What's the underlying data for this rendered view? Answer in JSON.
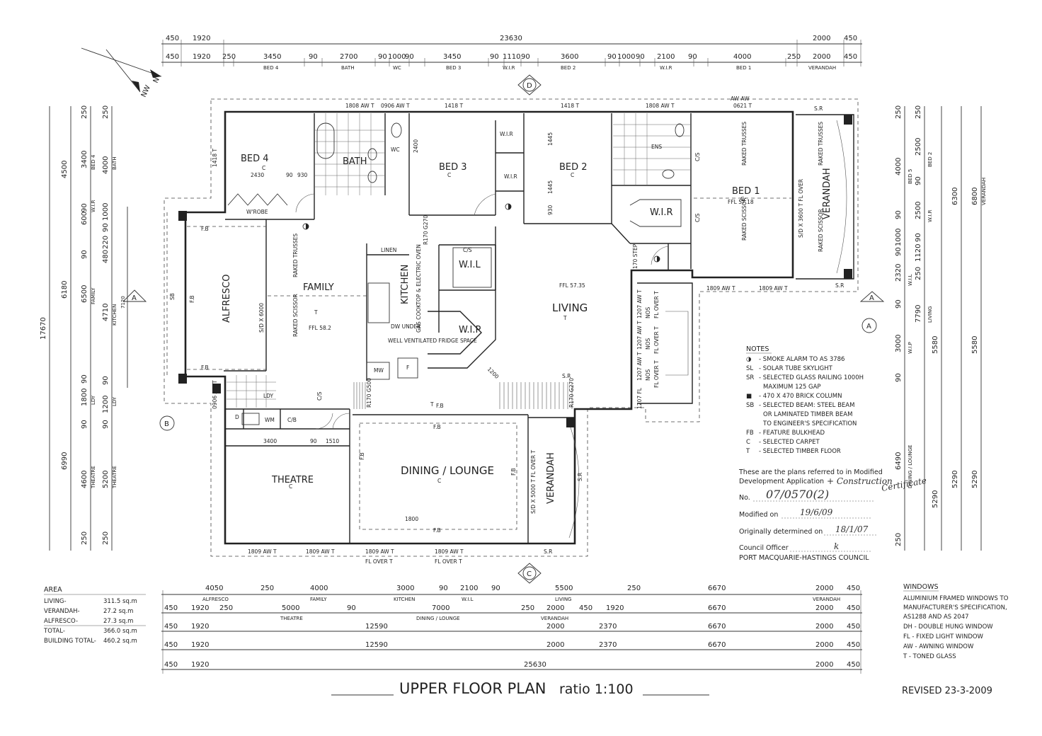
{
  "title": {
    "main": "UPPER FLOOR PLAN",
    "ratio": "ratio 1:100",
    "revised": "REVISED 23-3-2009"
  },
  "north": {
    "nw": "NW",
    "n": "N"
  },
  "markers": {
    "a": "A",
    "b": "B",
    "c": "C",
    "d": "D"
  },
  "dims_top": {
    "row1": [
      "450",
      "1920",
      "23630",
      "2000",
      "450"
    ],
    "row2": [
      "450",
      "1920",
      "250",
      "3450",
      "90",
      "2700",
      "90",
      "1000",
      "90",
      "3450",
      "90",
      "1110",
      "90",
      "3600",
      "90",
      "1000",
      "90",
      "2100",
      "90",
      "4000",
      "250",
      "2000",
      "450"
    ],
    "row2_labels": [
      "BED 4",
      "BATH",
      "WC",
      "BED 3",
      "W.I.R",
      "BED 2",
      "W.I.R",
      "BED 1",
      "VERANDAH"
    ]
  },
  "dims_left": {
    "col1": [
      "17670"
    ],
    "col2": [
      "4500",
      "6180",
      "6990"
    ],
    "col3": [
      "250",
      "3400",
      "90",
      "600",
      "90",
      "6500",
      "90",
      "1800",
      "90",
      "4600",
      "250"
    ],
    "col4": [
      "250",
      "4000",
      "1000",
      "90",
      "220",
      "480",
      "4710",
      "90",
      "1200",
      "90",
      "5200",
      "250"
    ],
    "col3_labels": [
      "BED 4",
      "W.I.R",
      "FAMILY",
      "LDY",
      "THEATRE"
    ],
    "col4_labels": [
      "BATH",
      "KITCHEN",
      "LDY",
      "THEATRE"
    ],
    "col_extra": [
      "7120"
    ]
  },
  "dims_right": {
    "col1": [
      "250",
      "4000",
      "90",
      "1000",
      "90",
      "2320",
      "90",
      "3000",
      "90",
      "6490",
      "250"
    ],
    "col2": [
      "250",
      "2500",
      "90",
      "2500",
      "250",
      "1120",
      "90",
      "7790",
      "5290"
    ],
    "col3": [
      "6300",
      "5580",
      "5290"
    ],
    "col4": [
      "6800",
      "5580",
      "5290"
    ],
    "labels": [
      "BED 5",
      "BED 2",
      "W.I.R",
      "W.I.L",
      "LIVING",
      "W.I.P",
      "DINING / LOUNGE",
      "VERANDAH"
    ]
  },
  "dims_bottom": {
    "row1": [
      "4050",
      "250",
      "4000",
      "3000",
      "90",
      "2100",
      "90",
      "5500",
      "250",
      "6670",
      "2000",
      "450"
    ],
    "row1_labels": [
      "ALFRESCO",
      "FAMILY",
      "KITCHEN",
      "W.I.L",
      "LIVING",
      "VERANDAH"
    ],
    "row2": [
      "450",
      "1920",
      "250",
      "5000",
      "90",
      "7000",
      "250",
      "2000",
      "450",
      "1920",
      "6670",
      "2000",
      "450"
    ],
    "row2_labels": [
      "THEATRE",
      "DINING / LOUNGE",
      "VERANDAH"
    ],
    "row3": [
      "450",
      "1920",
      "12590",
      "2000",
      "2370",
      "6670",
      "2000",
      "450"
    ],
    "row4": [
      "450",
      "1920",
      "12590",
      "2000",
      "2370",
      "6670",
      "2000",
      "450"
    ],
    "row5": [
      "450",
      "1920",
      "25630",
      "2000",
      "450"
    ]
  },
  "rooms": {
    "bed4": "BED 4",
    "bath": "BATH",
    "wc": "WC",
    "bed3": "BED 3",
    "wir": "W.I.R",
    "bed2": "BED 2",
    "ens": "ENS",
    "bed1": "BED 1",
    "verandah": "VERANDAH",
    "wirobe": "W'ROBE",
    "family": "FAMILY",
    "alfresco": "ALFRESCO",
    "kitchen": "KITCHEN",
    "linen": "LINEN",
    "wil": "W.I.L",
    "wip": "W.I.P",
    "living": "LIVING",
    "ldy": "LDY",
    "wm": "WM",
    "cb": "C/B",
    "d": "D",
    "theatre": "THEATRE",
    "dining": "DINING / LOUNGE",
    "mw": "MW",
    "f": "F"
  },
  "room_notes": {
    "carpet": "C",
    "timber": "T",
    "ffl_living": "FFL 57.35",
    "ffl_family": "FFL 58.2",
    "ffl_bed1": "FFL 57.18",
    "raked_trusses": "RAKED TRUSSES",
    "raked_scissor": "RAKED SCISSOR",
    "sd_6000": "S/D X 6000",
    "sd_3600": "S/D X 3600 T FL OVER",
    "sd_5000": "S/D X 5000 T FL OVER T",
    "gas_cooktop": "GAS COOKTOP & ELECTRIC OVEN",
    "dw_under": "DW UNDER",
    "fridge": "WELL VENTILATED FRIDGE SPACE",
    "riser": "R170 G270",
    "riser2": "R170 G500",
    "step": "170 STEP",
    "cs": "C/S",
    "dim_2430": "2430",
    "dim_90a": "90",
    "dim_930": "930",
    "dim_2400": "2400",
    "dim_1445a": "1445",
    "dim_1445b": "1445",
    "dim_930b": "930",
    "dim_3400": "3400",
    "dim_90b": "90",
    "dim_1510": "1510",
    "dim_1800": "1800",
    "dim_1200": "1200"
  },
  "windows_on_plan": {
    "w1808a": "1808 AW T",
    "w0906": "0906 AW T",
    "w1418a": "1418 T",
    "w1418b": "1418 T",
    "w1808b": "1808 AW T",
    "w0621": "0621 T",
    "aw_aw": "AW   AW",
    "w1418c": "1418 T",
    "w1809a": "1809 AW T",
    "w1809b": "1809 AW T",
    "w0906b": "0906 AW T",
    "w1809c": "1809 AW T",
    "w1809d": "1809 AW T",
    "w1809e": "1809 AW T",
    "w1809f": "1809 AW T",
    "fl_over": "FL OVER T",
    "w1207a": "1207 AW T",
    "w1207b": "1207 AW T",
    "w1207c": "1207 AW T",
    "w1207d": "1207 FL",
    "nos": "NOS",
    "sr": "S.R",
    "sb": "SB",
    "fb": "F.B"
  },
  "notes": {
    "heading": "NOTES",
    "items": [
      {
        "sym": "◑",
        "text": "- SMOKE ALARM TO AS 3786"
      },
      {
        "sym": "SL",
        "text": "- SOLAR TUBE SKYLIGHT"
      },
      {
        "sym": "SR",
        "text": "- SELECTED GLASS RAILING 1000H"
      },
      {
        "sym": "",
        "text": "MAXIMUM 125 GAP"
      },
      {
        "sym": "■",
        "text": "- 470 X 470 BRICK COLUMN"
      },
      {
        "sym": "SB",
        "text": "- SELECTED BEAM: STEEL BEAM"
      },
      {
        "sym": "",
        "text": "OR LAMINATED TIMBER BEAM"
      },
      {
        "sym": "",
        "text": "TO ENGINEER'S SPECIFICATION"
      },
      {
        "sym": "FB",
        "text": "- FEATURE BULKHEAD"
      },
      {
        "sym": "C",
        "text": "- SELECTED CARPET"
      },
      {
        "sym": "T",
        "text": "- SELECTED TIMBER FLOOR"
      }
    ]
  },
  "stamp": {
    "line1": "These are the plans referred to in Modified",
    "line2": "Development Application",
    "line2_hand": "+ Construction",
    "no_label": "No.",
    "no_value": "07/0570(2)",
    "modified_label": "Modified on",
    "modified_value": "19/6/09",
    "orig_label": "Originally determined on",
    "orig_value": "18/1/07",
    "officer_label": "Council Officer",
    "officer_value": "k",
    "council": "PORT MACQUARIE-HASTINGS COUNCIL",
    "cert": "Certificate"
  },
  "area": {
    "heading": "AREA",
    "rows": [
      {
        "label": "LIVING-",
        "value": "311.5 sq.m"
      },
      {
        "label": "VERANDAH-",
        "value": "27.2 sq.m"
      },
      {
        "label": "ALFRESCO-",
        "value": "27.3 sq.m"
      },
      {
        "label": "TOTAL-",
        "value": "366.0 sq.m"
      },
      {
        "label": "BUILDING TOTAL-",
        "value": "460.2 sq.m"
      }
    ]
  },
  "windows_legend": {
    "heading": "WINDOWS",
    "lines": [
      "ALUMINIUM FRAMED WINDOWS TO",
      "MANUFACTURER'S SPECIFICATION,",
      "AS1288 AND AS 2047",
      "DH  - DOUBLE HUNG WINDOW",
      "FL  - FIXED LIGHT WINDOW",
      "AW  - AWNING WINDOW",
      "T   - TONED GLASS"
    ]
  }
}
